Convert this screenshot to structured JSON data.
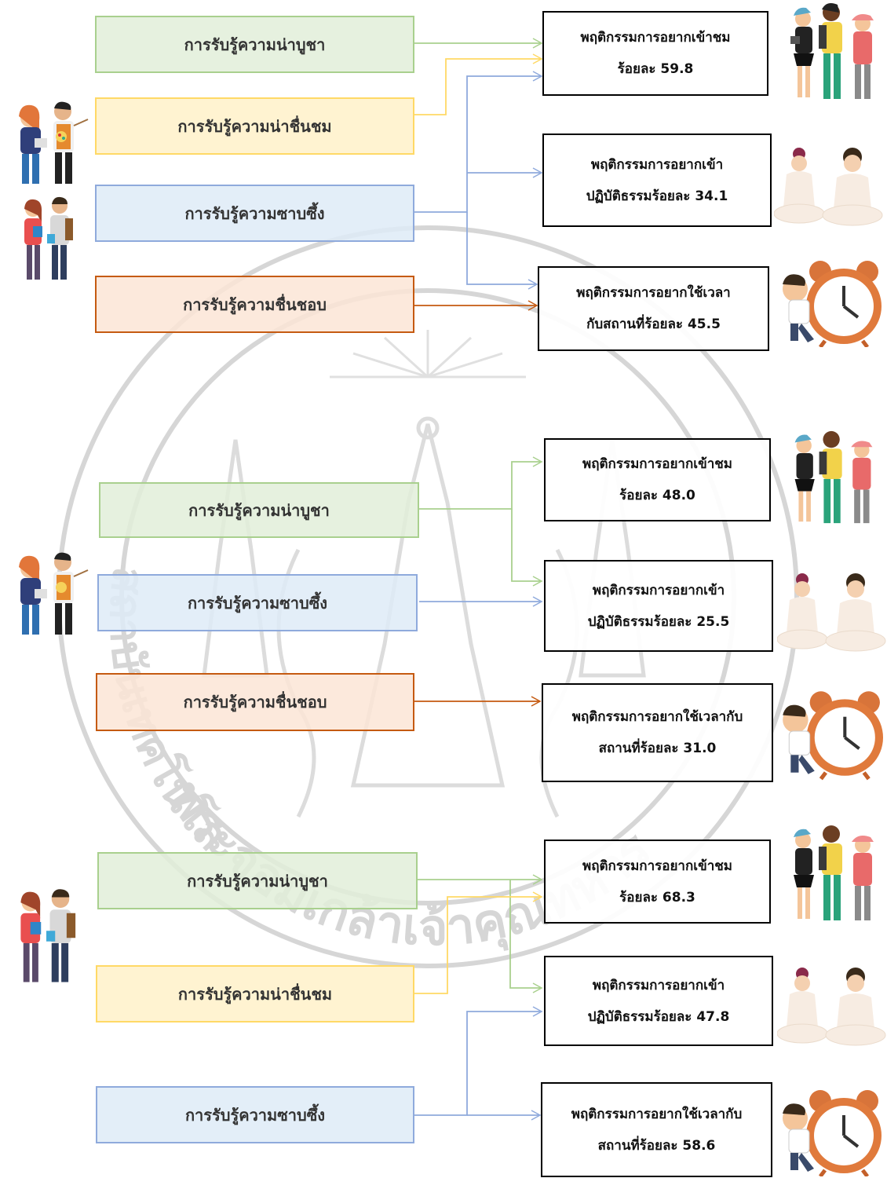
{
  "colors": {
    "green": "#a9d08e",
    "yellow": "#ffd966",
    "blue": "#8faadc",
    "orange": "#c55a11",
    "watermark": "#d0d0d0"
  },
  "watermark": {
    "text": "พระจอมเกล้าเจ้าคุณทหาร",
    "text_left": "สถาบันเทคโนโลยี"
  },
  "group1": {
    "perceptions": [
      "การรับรู้ความน่าบูชา",
      "การรับรู้ความน่าชื่นชม",
      "การรับรู้ความซาบซึ้ง",
      "การรับรู้ความชื่นชอบ"
    ],
    "behaviors": [
      {
        "line1": "พฤติกรรมการอยากเข้าชม",
        "line2": "ร้อยละ 59.8"
      },
      {
        "line1": "พฤติกรรมการอยากเข้า",
        "line2": "ปฏิบัติธรรมร้อยละ 34.1"
      },
      {
        "line1": "พฤติกรรมการอยากใช้เวลา",
        "line2": "กับสถานที่ร้อยละ 45.5"
      }
    ]
  },
  "group2": {
    "perceptions": [
      "การรับรู้ความน่าบูชา",
      "การรับรู้ความซาบซึ้ง",
      "การรับรู้ความชื่นชอบ"
    ],
    "behaviors": [
      {
        "line1": "พฤติกรรมการอยากเข้าชม",
        "line2": "ร้อยละ 48.0"
      },
      {
        "line1": "พฤติกรรมการอยากเข้า",
        "line2": "ปฏิบัติธรรมร้อยละ 25.5"
      },
      {
        "line1": "พฤติกรรมการอยากใช้เวลากับ",
        "line2": "สถานที่ร้อยละ 31.0"
      }
    ]
  },
  "group3": {
    "perceptions": [
      "การรับรู้ความน่าบูชา",
      "การรับรู้ความน่าชื่นชม",
      "การรับรู้ความซาบซึ้ง"
    ],
    "behaviors": [
      {
        "line1": "พฤติกรรมการอยากเข้าชม",
        "line2": "ร้อยละ 68.3"
      },
      {
        "line1": "พฤติกรรมการอยากเข้า",
        "line2": "ปฏิบัติธรรมร้อยละ 47.8"
      },
      {
        "line1": "พฤติกรรมการอยากใช้เวลากับ",
        "line2": "สถานที่ร้อยละ 58.6"
      }
    ]
  }
}
